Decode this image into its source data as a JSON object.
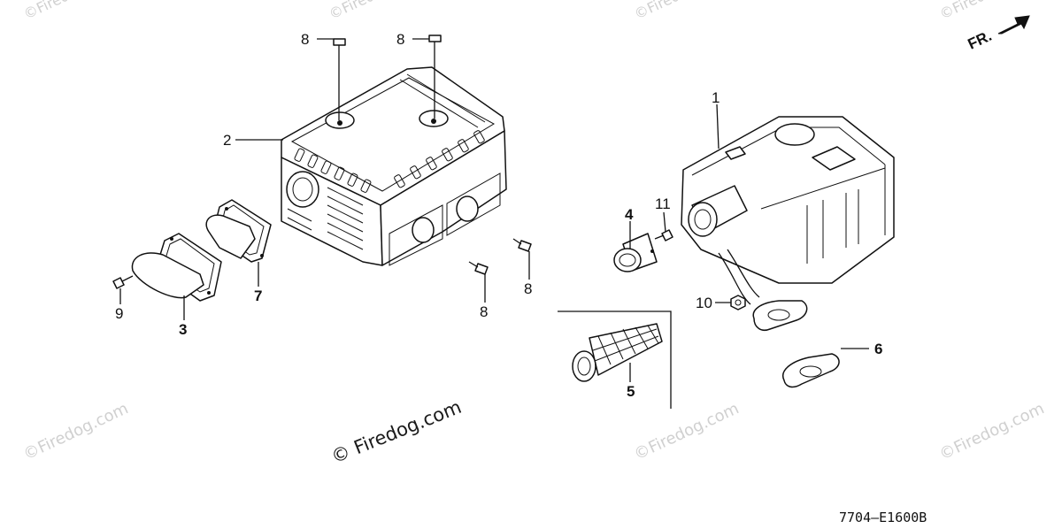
{
  "diagram": {
    "watermark_text": "©Firedog.com",
    "main_watermark": "© Firedog.com",
    "direction_label": "FR.",
    "drawing_code": "7704—E1600B",
    "callouts": [
      {
        "id": "c1",
        "text": "1",
        "bold": false
      },
      {
        "id": "c2",
        "text": "2",
        "bold": false
      },
      {
        "id": "c3",
        "text": "3",
        "bold": true
      },
      {
        "id": "c4",
        "text": "4",
        "bold": true
      },
      {
        "id": "c5",
        "text": "5",
        "bold": true
      },
      {
        "id": "c6",
        "text": "6",
        "bold": true
      },
      {
        "id": "c7",
        "text": "7",
        "bold": true
      },
      {
        "id": "c8a",
        "text": "8",
        "bold": false
      },
      {
        "id": "c8b",
        "text": "8",
        "bold": false
      },
      {
        "id": "c8c",
        "text": "8",
        "bold": false
      },
      {
        "id": "c8d",
        "text": "8",
        "bold": false
      },
      {
        "id": "c9",
        "text": "9",
        "bold": false
      },
      {
        "id": "c10",
        "text": "10",
        "bold": false
      },
      {
        "id": "c11",
        "text": "11",
        "bold": false
      }
    ]
  }
}
